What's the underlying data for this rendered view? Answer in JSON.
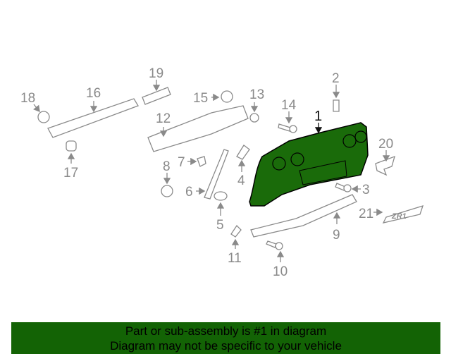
{
  "diagram": {
    "highlight_color": "#1a6b0a",
    "labels": {
      "p1": "1",
      "p2": "2",
      "p3": "3",
      "p4": "4",
      "p5": "5",
      "p6": "6",
      "p7": "7",
      "p8": "8",
      "p9": "9",
      "p10": "10",
      "p11": "11",
      "p12": "12",
      "p13": "13",
      "p14": "14",
      "p15": "15",
      "p16": "16",
      "p17": "17",
      "p18": "18",
      "p19": "19",
      "p20": "20",
      "p21": "21"
    },
    "badge_text": "ZR1"
  },
  "banner": {
    "line1": "Part or sub-assembly is #1 in diagram",
    "line2": "Diagram may not be specific to your vehicle",
    "background": "#136305"
  }
}
